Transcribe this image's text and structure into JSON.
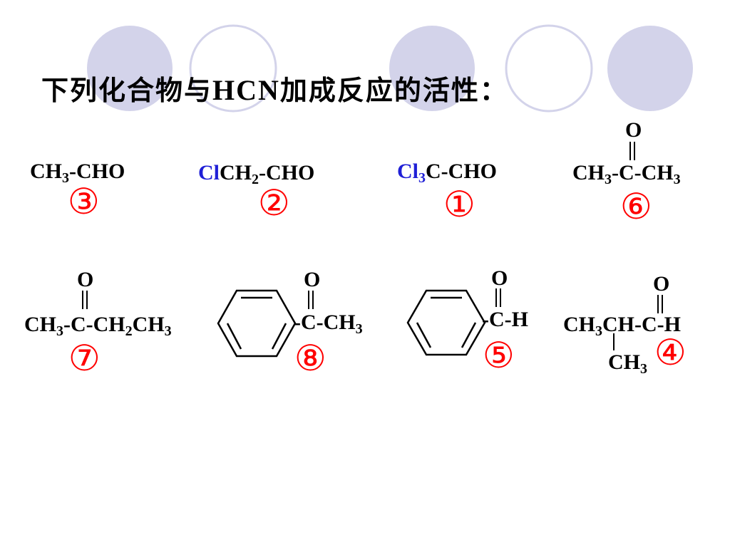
{
  "title": {
    "prefix": "下列化合物与",
    "hcn": "HCN",
    "suffix": "加成反应的活性："
  },
  "compounds": [
    {
      "id": "c3",
      "num": "③",
      "parts": {
        "a": "CH",
        "b": "3",
        "c": "-CHO"
      }
    },
    {
      "id": "c2",
      "num": "②",
      "parts": {
        "cl": "Cl",
        "a": "CH",
        "b": "2",
        "c": "-CHO"
      }
    },
    {
      "id": "c1",
      "num": "①",
      "parts": {
        "cl": "Cl",
        "clsub": "3",
        "c": "C-CHO"
      }
    },
    {
      "id": "c6",
      "num": "⑥",
      "parts": {
        "o": "O",
        "a": "CH",
        "b": "3",
        "c": "-C-CH",
        "d": "3"
      }
    },
    {
      "id": "c7",
      "num": "⑦",
      "parts": {
        "o": "O",
        "a": "CH",
        "b": "3",
        "c": "-C-CH",
        "d": "2",
        "e": "CH",
        "f": "3"
      }
    },
    {
      "id": "c8",
      "num": "⑧",
      "parts": {
        "o": "O",
        "c": "-C-CH",
        "d": "3"
      }
    },
    {
      "id": "c5",
      "num": "⑤",
      "parts": {
        "o": "O",
        "c": "-C-H"
      }
    },
    {
      "id": "c4",
      "num": "④",
      "parts": {
        "o": "O",
        "a": "CH",
        "b": "3",
        "c": "CH-C-H",
        "e": "CH",
        "f": "3"
      }
    }
  ],
  "colors": {
    "number": "#ff0000",
    "chlorine": "#1f1fd6",
    "circle_fill": "#d2d2ea",
    "circle_stroke": "#c8c8e0"
  }
}
